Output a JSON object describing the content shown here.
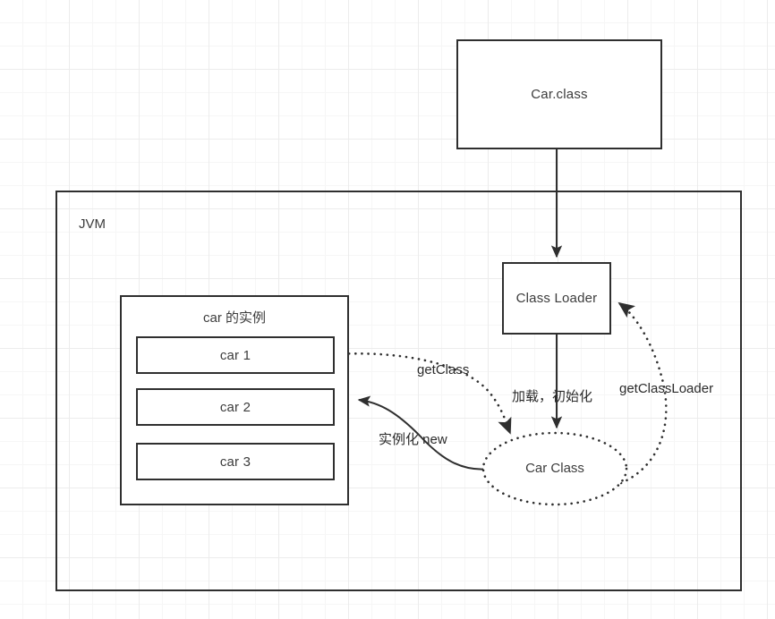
{
  "diagram": {
    "title_nodes": {
      "car_class_file": "Car.class",
      "class_loader": "Class Loader",
      "car_class_object": "Car Class"
    },
    "regions": {
      "jvm_label": "JVM",
      "instances_group_title": "car 的实例"
    },
    "instances": [
      {
        "label": "car 1"
      },
      {
        "label": "car 2"
      },
      {
        "label": "car 3"
      }
    ],
    "edges": [
      {
        "id": "load-init",
        "label": "加载，初始化",
        "style": "solid",
        "from": "class-loader",
        "to": "car-class-object"
      },
      {
        "id": "get-class",
        "label": "getClass",
        "style": "dotted",
        "from": "car-1",
        "to": "car-class-object"
      },
      {
        "id": "get-class-loader",
        "label": "getClassLoader",
        "style": "dotted",
        "from": "car-class-object",
        "to": "class-loader"
      },
      {
        "id": "instantiate-new",
        "label": "实例化 new",
        "style": "solid",
        "from": "car-class-object",
        "to": "instances-group"
      },
      {
        "id": "classfile-to-loader",
        "label": "",
        "style": "solid",
        "from": "car-class-file",
        "to": "class-loader"
      }
    ],
    "colors": {
      "stroke": "#2f2f2f",
      "text": "#3c3c3c",
      "background": "#ffffff",
      "grid_minor": "#f6f6f6",
      "grid_major": "#ececec"
    }
  }
}
